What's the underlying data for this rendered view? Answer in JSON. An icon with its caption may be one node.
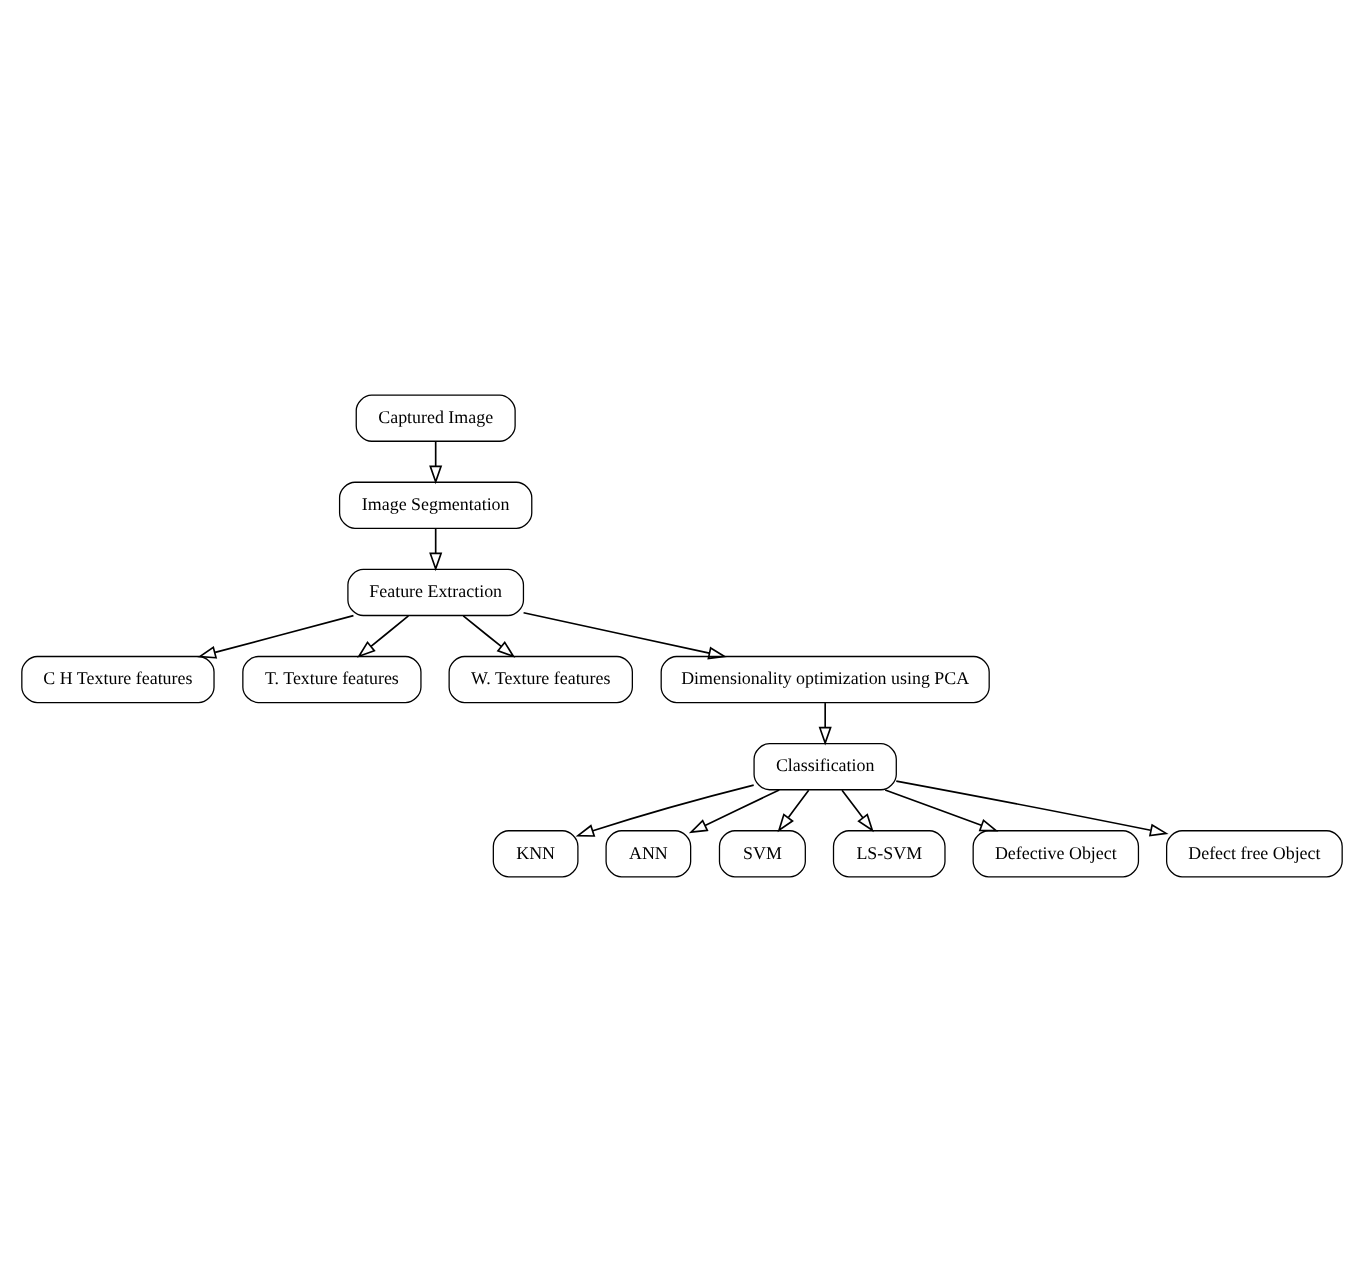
{
  "diagram": {
    "nodes": [
      {
        "text": [
          "Captured Image"
        ]
      },
      {
        "text": [
          "Image Segmentation"
        ]
      },
      {
        "text": [
          "Feature Extraction"
        ]
      },
      {
        "text": [
          "C H Texture features"
        ]
      },
      {
        "text": [
          "T. Texture features"
        ]
      },
      {
        "text": [
          "W. Texture features"
        ]
      },
      {
        "text": [
          "Dimensionality optimization using PCA"
        ]
      },
      {
        "text": [
          "Classification"
        ]
      },
      {
        "text": [
          "KNN"
        ]
      },
      {
        "text": [
          "ANN"
        ]
      },
      {
        "text": [
          "SVM"
        ]
      },
      {
        "text": [
          "LS-SVM"
        ]
      },
      {
        "text": [
          "Defective Object"
        ]
      },
      {
        "text": [
          "Defect free Object"
        ]
      }
    ],
    "edges": [
      {
        "from": 0,
        "to": 1,
        "arrow": "to"
      },
      {
        "from": 1,
        "to": 2,
        "arrow": "to"
      },
      {
        "from": 2,
        "to": 3,
        "arrow": "to"
      },
      {
        "from": 2,
        "to": 4,
        "arrow": "to"
      },
      {
        "from": 2,
        "to": 5,
        "arrow": "to"
      },
      {
        "from": 2,
        "to": 6,
        "arrow": "to"
      },
      {
        "from": 6,
        "to": 7,
        "arrow": "to"
      },
      {
        "from": 7,
        "to": 8,
        "arrow": "to"
      },
      {
        "from": 7,
        "to": 9,
        "arrow": "to"
      },
      {
        "from": 7,
        "to": 10,
        "arrow": "to"
      },
      {
        "from": 7,
        "to": 11,
        "arrow": "to"
      },
      {
        "from": 7,
        "to": 12,
        "arrow": "to"
      },
      {
        "from": 7,
        "to": 13,
        "arrow": "to"
      }
    ]
  }
}
